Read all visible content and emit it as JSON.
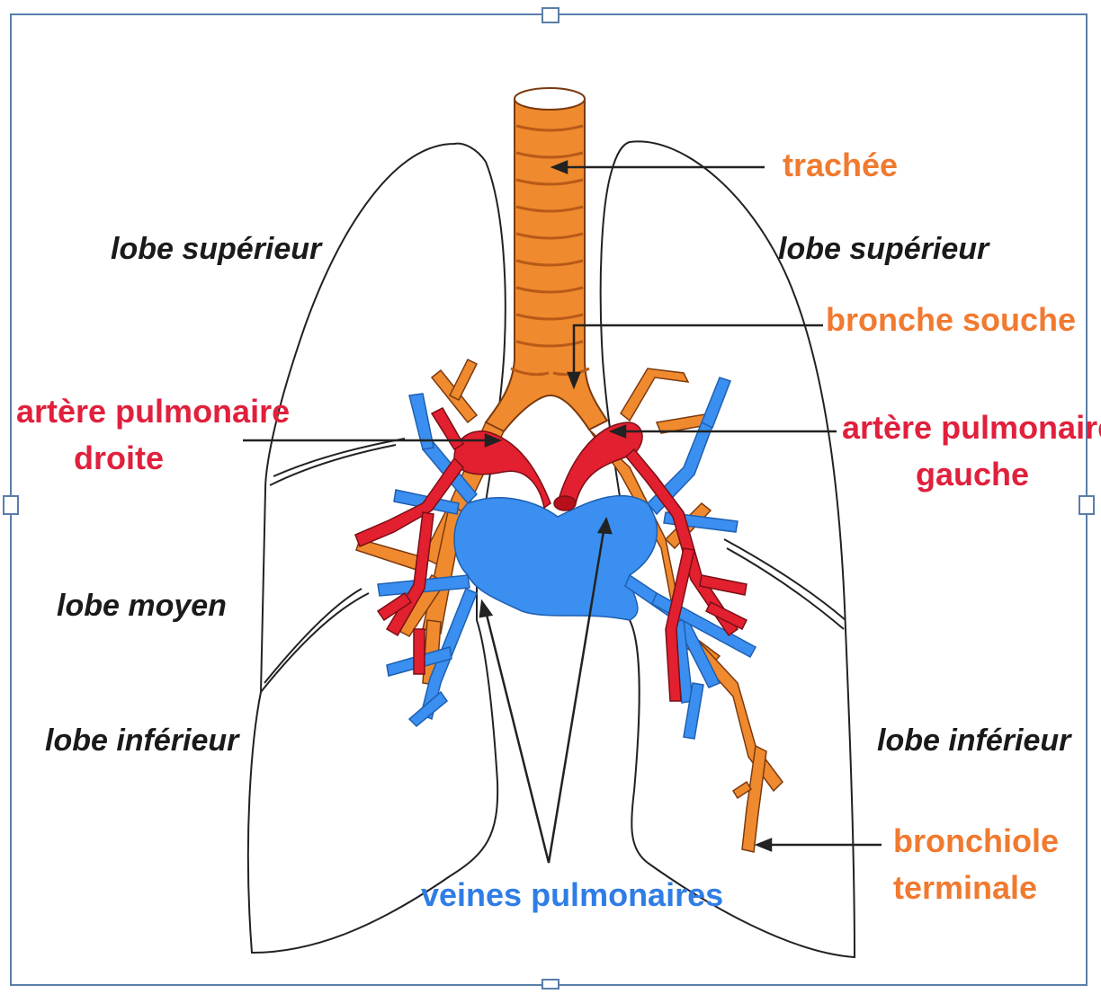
{
  "colors": {
    "trachea_orange": "#f08a2e",
    "artery_red": "#e2202f",
    "vein_blue": "#3a8ff0",
    "lobe_text": "#1a1a1a",
    "label_orange": "#f07a30",
    "label_red": "#e0203c",
    "label_blue": "#2f7de6",
    "frame": "#5a7ea8"
  },
  "labels": {
    "right_upper_lobe": "lobe supérieur",
    "left_upper_lobe": "lobe supérieur",
    "right_middle_lobe": "lobe moyen",
    "right_lower_lobe": "lobe inférieur",
    "left_lower_lobe": "lobe inférieur",
    "trachea": "trachée",
    "main_bronchus": "bronche souche",
    "right_pulmonary_artery_line1": "artère pulmonaire",
    "right_pulmonary_artery_line2": "droite",
    "left_pulmonary_artery_line1": "artère pulmonaire",
    "left_pulmonary_artery_line2": "gauche",
    "pulmonary_veins": "veines pulmonaires",
    "terminal_bronchiole_line1": "bronchiole",
    "terminal_bronchiole_line2": "terminale"
  }
}
